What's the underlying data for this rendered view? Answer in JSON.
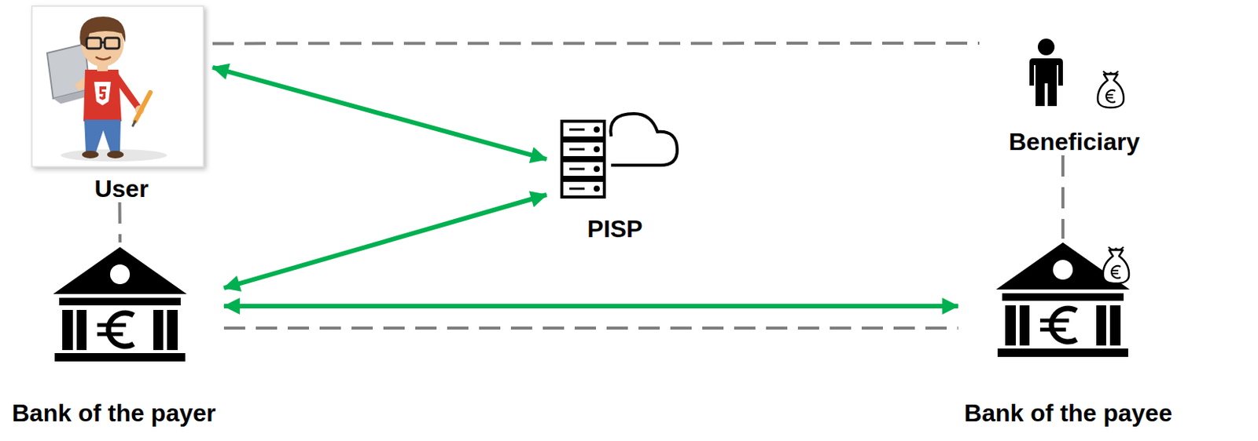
{
  "diagram": {
    "nodes": [
      {
        "text": [
          "User"
        ]
      },
      {
        "text": [
          "PISP"
        ]
      },
      {
        "text": [
          "Beneficiary"
        ]
      },
      {
        "text": [
          "Bank of the payer"
        ]
      },
      {
        "text": [
          "Bank of the payee"
        ]
      }
    ],
    "edges": [
      {
        "from": 0,
        "to": 1,
        "arrow": "both"
      },
      {
        "from": 1,
        "to": 3,
        "arrow": "both"
      },
      {
        "from": 3,
        "to": 4,
        "arrow": "both"
      },
      {
        "from": 0,
        "to": 2,
        "arrow": "none"
      },
      {
        "from": 0,
        "to": 3,
        "arrow": "none"
      },
      {
        "from": 2,
        "to": 4,
        "arrow": "none"
      },
      {
        "from": 3,
        "to": 4,
        "arrow": "none"
      }
    ]
  }
}
